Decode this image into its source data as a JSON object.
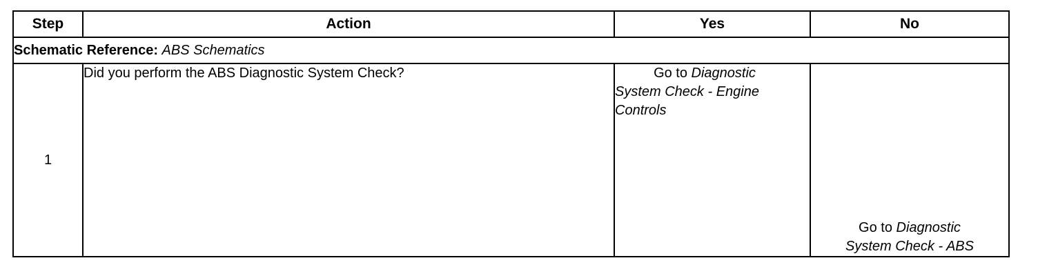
{
  "table": {
    "headers": {
      "step": "Step",
      "action": "Action",
      "yes": "Yes",
      "no": "No"
    },
    "schematic_reference": {
      "label": "Schematic Reference:",
      "value": "ABS Schematics"
    },
    "rows": [
      {
        "step": "1",
        "action": "Did you perform the ABS Diagnostic System Check?",
        "yes": {
          "lead": "Go to",
          "line1": "Diagnostic",
          "line2": "System Check - Engine",
          "line3": "Controls"
        },
        "no": {
          "lead": "Go to",
          "line1": "Diagnostic",
          "line2": "System Check - ABS"
        }
      }
    ]
  }
}
